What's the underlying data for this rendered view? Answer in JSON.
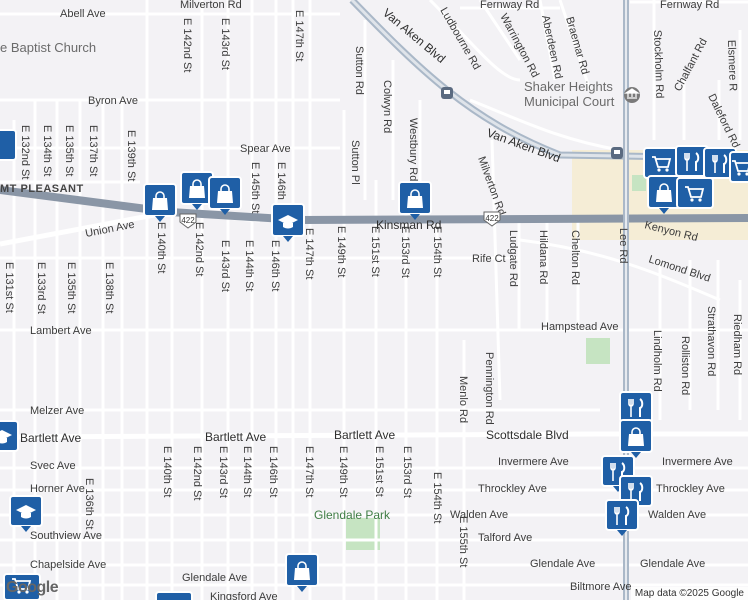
{
  "map": {
    "streets": {
      "abell": "Abell Ave",
      "milverton_top": "Milverton Rd",
      "e142_top": "E 142nd St",
      "e143_top": "E 143rd St",
      "e147_top": "E 147th St",
      "byron": "Byron Ave",
      "spear": "Spear Ave",
      "e146_top": "E 146th",
      "e145_top": "E 145th St",
      "e132": "E 132nd St",
      "e134": "E 134th St",
      "e135_top": "E 135th St",
      "e137": "E 137th St",
      "e139": "E 139th St",
      "union": "Union Ave",
      "e140_mid": "E 140th St",
      "e142_mid": "E 142nd St",
      "e143_mid": "E 143rd St",
      "e144_mid": "E 144th St",
      "e146_mid": "E 146th St",
      "e147_mid": "E 147th St",
      "e149_mid": "E 149th St",
      "e151_mid": "E 151st St",
      "e153_mid": "E 153rd St",
      "e154_mid": "E 154th St",
      "e131": "E 131st St",
      "e133": "E 133rd St",
      "e135_mid": "E 135th St",
      "e138": "E 138th St",
      "lambert": "Lambert Ave",
      "melzer": "Melzer Ave",
      "bartlett1": "Bartlett Ave",
      "bartlett2": "Bartlett Ave",
      "bartlett3": "Bartlett Ave",
      "svec": "Svec Ave",
      "horner": "Horner Ave",
      "southview": "Southview Ave",
      "chapelside": "Chapelside Ave",
      "glendale_left": "Glendale Ave",
      "kingsford": "Kingsford Ave",
      "e136_bot": "E 136th St",
      "e140_bot": "E 140th St",
      "e142_bot": "E 142nd St",
      "e143_bot": "E 143rd St",
      "e144_bot": "E 144th St",
      "e146_bot": "E 146th St",
      "e147_bot": "E 147th St",
      "e149_bot": "E 149th St",
      "e151_bot": "E 151st St",
      "e153_bot": "E 153rd St",
      "e154_bot": "E 154th St",
      "e155_bot": "E 155th St",
      "sutton_rd": "Sutton Rd",
      "sutton_pl": "Sutton Pl",
      "colwyn": "Colwyn Rd",
      "westbury": "Westbury Rd",
      "van_aken_top": "Van Aken Blvd",
      "van_aken_mid": "Van Aken Blvd",
      "ludbourne": "Ludbourne Rd",
      "warrington": "Warrington Rd",
      "fernway_top": "Fernway Rd",
      "fernway_right": "Fernway Rd",
      "aberdeen": "Aberdeen Rd",
      "braemar": "Braemar Rd",
      "stockholm": "Stockholm Rd",
      "elsmere": "Elsmere R",
      "chalfant": "Chalfant Rd",
      "daleford": "Daleford Rd",
      "milverton_mid": "Milverton Rd",
      "kinsman": "Kinsman Rd",
      "mt_pleasant": "MT PLEASANT",
      "kenyon": "Kenyon Rd",
      "rife": "Rife Ct",
      "ludgate": "Ludgate Rd",
      "hildana": "Hildana Rd",
      "chelton": "Chelton Rd",
      "lee": "Lee Rd",
      "lomond": "Lomond Blvd",
      "hampstead": "Hampstead Ave",
      "lindholm": "Lindholm Rd",
      "rolliston": "Rolliston Rd",
      "strathavon": "Strathavon Rd",
      "riedham": "Riedham Rd",
      "pennington": "Pennington Rd",
      "menlo": "Menlo Rd",
      "scottsdale": "Scottsdale Blvd",
      "invermere1": "Invermere Ave",
      "invermere2": "Invermere Ave",
      "throckley1": "Throckley Ave",
      "throckley2": "Throckley Ave",
      "walden1": "Walden Ave",
      "walden2": "Walden Ave",
      "talford": "Talford Ave",
      "glendale_right": "Glendale Ave",
      "glendale_mid": "Glendale Ave",
      "biltmore": "Biltmore Ave",
      "route_422_a": "422",
      "route_422_b": "422"
    },
    "places": {
      "church": "e Baptist Church",
      "court_line1": "Shaker Heights",
      "court_line2": "Municipal Court",
      "glendale_park": "Glendale Park"
    },
    "attribution": "Map data ©2025 Google",
    "logo": "Google",
    "colors": {
      "background": "#f3f2f5",
      "major_road": "#8a96a6",
      "route_road": "#aab8c8",
      "minor_road": "#ffffff",
      "park": "#c6e4c2",
      "commercial": "#f5edd6",
      "marker_bg": "#1f5fa6"
    },
    "markers": [
      {
        "icon": "shopping-bag-icon"
      },
      {
        "icon": "shopping-bag-icon"
      },
      {
        "icon": "shopping-bag-icon"
      },
      {
        "icon": "school-icon"
      },
      {
        "icon": "shopping-bag-icon"
      },
      {
        "icon": "shopping-cart-icon"
      },
      {
        "icon": "restaurant-icon"
      },
      {
        "icon": "shopping-bag-icon"
      },
      {
        "icon": "shopping-cart-icon"
      },
      {
        "icon": "restaurant-icon"
      },
      {
        "icon": "shopping-bag-icon"
      },
      {
        "icon": "restaurant-icon"
      },
      {
        "icon": "restaurant-icon"
      },
      {
        "icon": "restaurant-icon"
      },
      {
        "icon": "school-icon"
      },
      {
        "icon": "school-icon"
      },
      {
        "icon": "shopping-bag-icon"
      },
      {
        "icon": "shopping-cart-icon"
      },
      {
        "icon": "shopping-cart-icon"
      },
      {
        "icon": "transit-icon"
      },
      {
        "icon": "courthouse-icon"
      }
    ]
  }
}
